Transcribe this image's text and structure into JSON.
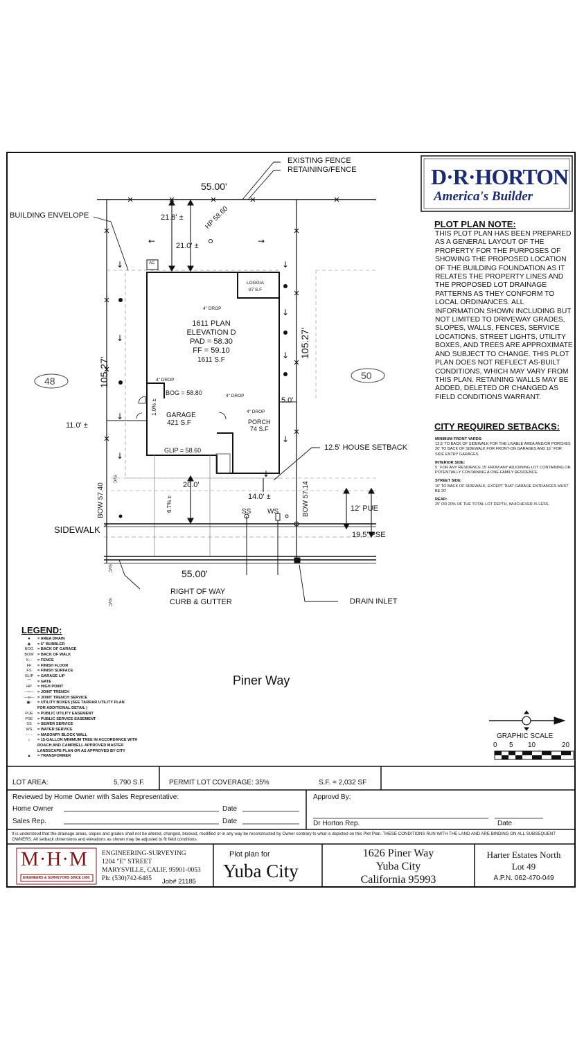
{
  "header": {
    "brand": "D·R·HORTON",
    "tagline": "America's Builder"
  },
  "plan": {
    "lot_width_top": "55.00'",
    "lot_width_bottom": "55.00'",
    "lot_depth_left": "105.27'",
    "lot_depth_right": "105.27'",
    "existing_fence": "EXISTING FENCE",
    "retaining_fence": "RETAINING/FENCE",
    "building_envelope": "BUILDING ENVELOPE",
    "dim_21_8": "21.8' ±",
    "dim_21_0": "21.0' ±",
    "hp": "HP 58.60",
    "ac": "AC",
    "loggia": "LOGGIA",
    "loggia_sf": "97 S.F",
    "drop": "4\" DROP",
    "house_lines": [
      "1611 PLAN",
      "ELEVATION D",
      "PAD = 58.30",
      "FF = 59.10",
      "1611 S.F"
    ],
    "bog": "BOG = 58.80",
    "garage": "GARAGE",
    "garage_sf": "421 S.F",
    "slope_garage": "1.0% ±",
    "glip": "GLIP = 58.60",
    "porch": "PORCH",
    "porch_sf": "74 S.F",
    "dim_5_0": "5.0'",
    "dim_11_0": "11.0' ±",
    "house_setback": "12.5' HOUSE SETBACK",
    "lot_left": "48",
    "lot_right": "50",
    "dim_20_0": "20.0'",
    "dim_14_0": "14.0' ±",
    "slope_drive": "6.7% ±",
    "bow_left": "BOW 57.40",
    "bow_right": "BOW 57.14",
    "ss": "SS",
    "ws": "WS",
    "pue": "12' PUE",
    "pse": "19.5' PSE",
    "sidewalk": "SIDEWALK",
    "svc": "SVC",
    "right_of_way": "RIGHT OF WAY",
    "curb_gutter": "CURB & GUTTER",
    "drain_inlet": "DRAIN INLET",
    "street": "Piner Way"
  },
  "note": {
    "title": "PLOT PLAN NOTE:",
    "body": "THIS PLOT PLAN HAS BEEN PREPARED AS A GENERAL LAYOUT OF THE PROPERTY FOR THE PURPOSES OF SHOWING THE PROPOSED LOCATION OF THE BUILDING FOUNDATION AS IT RELATES THE PROPERTY LINES AND THE PROPOSED LOT DRAINAGE PATTERNS AS THEY CONFORM TO LOCAL ORDINANCES. ALL INFORMATION SHOWN INCLUDING BUT NOT LIMITED TO DRIVEWAY GRADES, SLOPES, WALLS, FENCES, SERVICE LOCATIONS, STREET LIGHTS, UTILITY BOXES, AND TREES ARE APPROXIMATE AND SUBJECT TO CHANGE. THIS PLOT PLAN DOES NOT REFLECT AS-BUILT CONDITIONS, WHICH MAY VARY FROM THIS PLAN. RETAINING WALLS MAY BE ADDED, DELETED OR CHANGED AS FIELD CONDITIONS WARRANT."
  },
  "setbacks": {
    "title": "CITY REQUIRED SETBACKS:",
    "front_h": "MINIMUM FRONT YARDS:",
    "front_t": "12.5' TO BACK OF SIDEWALK FOR THE LIVABLE AREA AND/OR PORCHES 20' TO BACK OF SIDEWALK FOR FRONT-ON GARAGES AND 16 ' FOR SIDE ENTRY GARAGES",
    "interior_h": "INTERIOR SIDE:",
    "interior_t": "5 ' FOR ANY RESIDENCE 15' FROM ANY ADJOINING LOT CONTAINING OR POTENTIALLY CONTAINING A ONE-FAMILY RESIDENCE.",
    "street_h": "STREET SIDE:",
    "street_t": "10' TO BACK OF SIDEWALK, EXCEPT THAT GARAGE ENTRANCES MUST BE 20'",
    "rear_h": "REAR:",
    "rear_t": "25' OR 20% OF THE TOTAL LOT DEPTH, WHICHEVER IS LESS."
  },
  "legend": {
    "title": "LEGEND:",
    "items": [
      {
        "sym": "●",
        "text": "= AREA DRAIN"
      },
      {
        "sym": "◉",
        "text": "= 6\" BUBBLER"
      },
      {
        "sym": "BOG",
        "text": "= BACK OF GARAGE"
      },
      {
        "sym": "BOW",
        "text": "= BACK OF WALK"
      },
      {
        "sym": "X—",
        "text": "= FENCE"
      },
      {
        "sym": "FF",
        "text": "= FINISH FLOOR"
      },
      {
        "sym": "FS",
        "text": "= FINISH SURFACE"
      },
      {
        "sym": "GLIP",
        "text": "= GARAGE LIP"
      },
      {
        "sym": "⌒",
        "text": "= GATE"
      },
      {
        "sym": "HP",
        "text": "= HIGH POINT"
      },
      {
        "sym": "—•—",
        "text": "= JOINT TRENCH"
      },
      {
        "sym": "—w—",
        "text": "= JOINT TRENCH SERVICE"
      },
      {
        "sym": "▣▫",
        "text": "= UTILITY BOXES (SEE TARRAR UTILITY PLAN"
      },
      {
        "sym": "",
        "text": "FOR ADDITIONAL DETAIL )"
      },
      {
        "sym": "PUE",
        "text": "= PUBLIC UTILITY EASEMENT"
      },
      {
        "sym": "PSE",
        "text": "= PUBLIC SERVICE EASEMENT"
      },
      {
        "sym": "SS",
        "text": "= SEWER SERVICE"
      },
      {
        "sym": "WS",
        "text": "= WATER SERVICE"
      },
      {
        "sym": "- - -",
        "text": "= MASONRY BLOCK WALL"
      },
      {
        "sym": "○",
        "text": "= 15-GALLON MINIMUM TREE IN ACCORDANCE WITH"
      },
      {
        "sym": "",
        "text": "ROACH AND CAMPBELL APPROVED MASTER"
      },
      {
        "sym": "",
        "text": "LANDSCAPE PLAN OR AS APPROVED BY CITY"
      },
      {
        "sym": "▲",
        "text": "= TRANSFORMER"
      }
    ]
  },
  "scale": {
    "title": "GRAPHIC SCALE",
    "ticks": [
      "0",
      "5",
      "10",
      "20"
    ]
  },
  "footer": {
    "lot_area_label": "LOT AREA:",
    "lot_area_value": "5,790 S.F.",
    "coverage": "PERMIT LOT COVERAGE: 35%",
    "sf": "S.F. = 2,032 SF",
    "reviewed": "Reviewed by Home Owner with Sales Representative:",
    "home_owner": "Home Owner",
    "sales_rep": "Sales Rep.",
    "date": "Date",
    "approved": "Approvd By:",
    "dr_rep": "Dr Horton Rep.",
    "disclaimer": "It is understood that the drainage areas, slopes and grades shall not be altered, changed, blocked, modified or in any way be reconstructed by Owner contrary to what is depicted on this Plot Plan.  THESE CONDITIONS RUN WITH THE LAND AND ARE BINDING ON ALL SUBSEQUENT OWNERS. All setback dimensions and elevations as shown may be adjusted to fit field conditions.",
    "mhm_logo": "M·H·M",
    "mhm_tag": "ENGINEERS & SURVEYORS SINCE 1950",
    "firm_lines": [
      "ENGINEERING-SURVEYING",
      "1204 \"E\" STREET",
      "MARYSVILLE, CALIF. 95901-0053",
      "Ph: (530)742-6485"
    ],
    "job": "Job# 21185",
    "plot_plan_for": "Plot plan for",
    "city": "Yuba City",
    "address": [
      "1626 Piner Way",
      "Yuba City",
      "California 95993"
    ],
    "subdivision": "Harter Estates North",
    "lot": "Lot 49",
    "apn": "A.P.N. 062-470-049"
  }
}
